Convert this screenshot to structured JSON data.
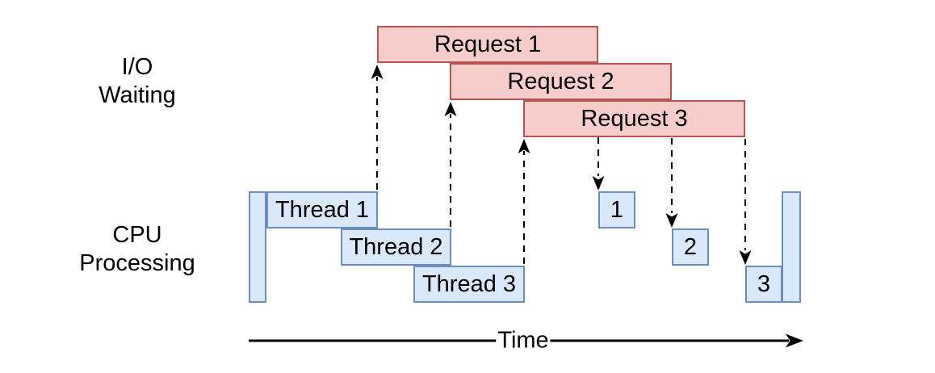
{
  "rows": {
    "io": {
      "lines": [
        "I/O",
        "Waiting"
      ]
    },
    "cpu": {
      "lines": [
        "CPU",
        "Processing"
      ]
    }
  },
  "requests": [
    {
      "label": "Request 1"
    },
    {
      "label": "Request 2"
    },
    {
      "label": "Request 3"
    }
  ],
  "threads": [
    {
      "label": "Thread 1"
    },
    {
      "label": "Thread 2"
    },
    {
      "label": "Thread 3"
    }
  ],
  "completions": [
    {
      "label": "1"
    },
    {
      "label": "2"
    },
    {
      "label": "3"
    }
  ],
  "time_axis": {
    "label": "Time"
  },
  "icons": {
    "dispatch_arrows": "dashed-up-arrow",
    "completion_arrows": "dashed-down-arrow",
    "time_arrow": "solid-right-arrow"
  },
  "colors": {
    "request_fill": "#f8cecc",
    "request_stroke": "#b85450",
    "thread_fill": "#dae8fc",
    "thread_stroke": "#6c8ebf",
    "arrow": "#000000",
    "text": "#000000",
    "background": "#ffffff"
  }
}
